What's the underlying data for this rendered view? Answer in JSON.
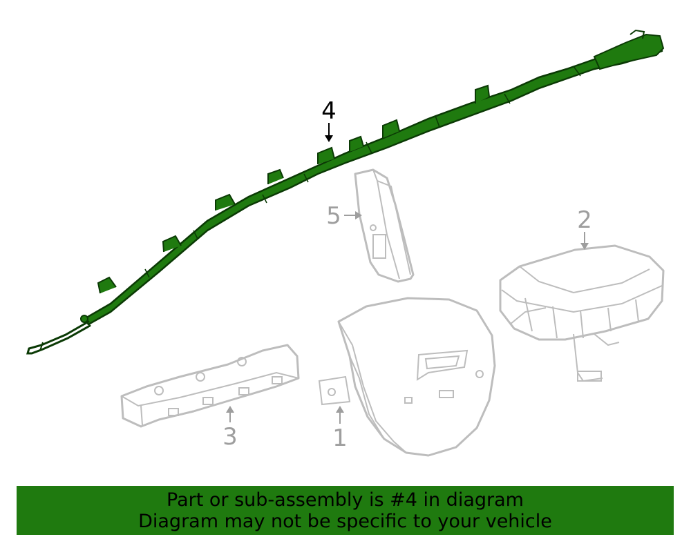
{
  "callouts": {
    "c1": "1",
    "c2": "2",
    "c3": "3",
    "c4": "4",
    "c5": "5"
  },
  "highlighted_part": "4",
  "colors": {
    "highlight": "#1f7a0f",
    "part_outline": "#bdbdbd",
    "banner": "#1f7a0f"
  },
  "banner": {
    "line1": "Part or sub-assembly is #4 in diagram",
    "line2": "Diagram may not be specific to your vehicle"
  }
}
